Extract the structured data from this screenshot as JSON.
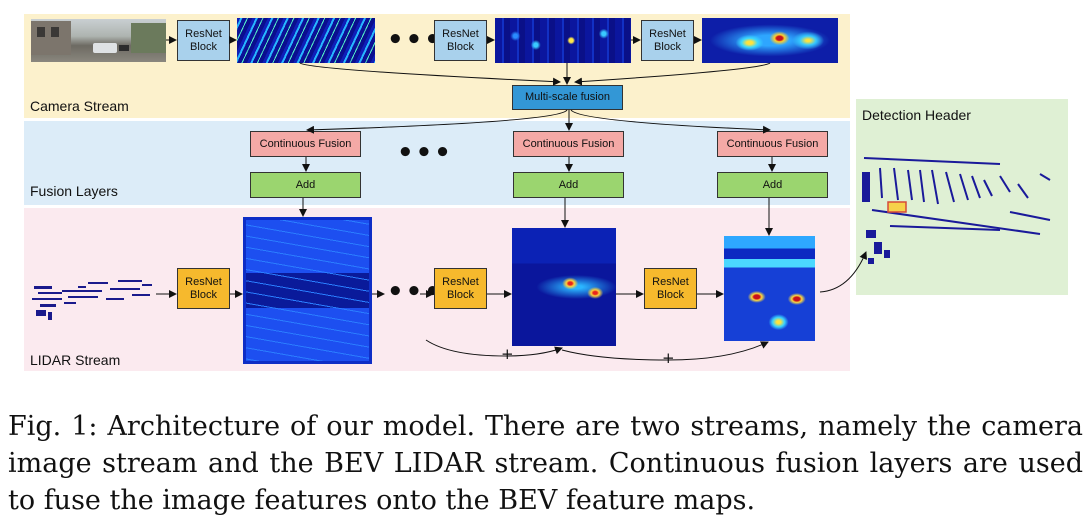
{
  "streams": {
    "camera": "Camera Stream",
    "fusion": "Fusion Layers",
    "lidar": "LIDAR Stream",
    "detection": "Detection Header"
  },
  "blocks": {
    "resnet": "ResNet Block",
    "multiscale": "Multi-scale fusion",
    "continuous_fusion": "Continuous Fusion",
    "add": "Add"
  },
  "symbols": {
    "ellipsis": "•••",
    "plus": "+"
  },
  "caption": "Fig. 1: Architecture of our model. There are two streams, namely the camera image stream and the BEV LIDAR stream. Continuous fusion layers are used to fuse the image features onto the BEV feature maps.",
  "colors": {
    "camera_band": "#fcf1cc",
    "fusion_band": "#dcecf8",
    "lidar_band": "#fbeaef",
    "detection_band": "#dff0d4",
    "resnet_camera": "#a9d1ec",
    "resnet_lidar": "#f6b92d",
    "continuous_fusion": "#f4a9a6",
    "add": "#9bd56f",
    "multiscale": "#3397d6"
  }
}
